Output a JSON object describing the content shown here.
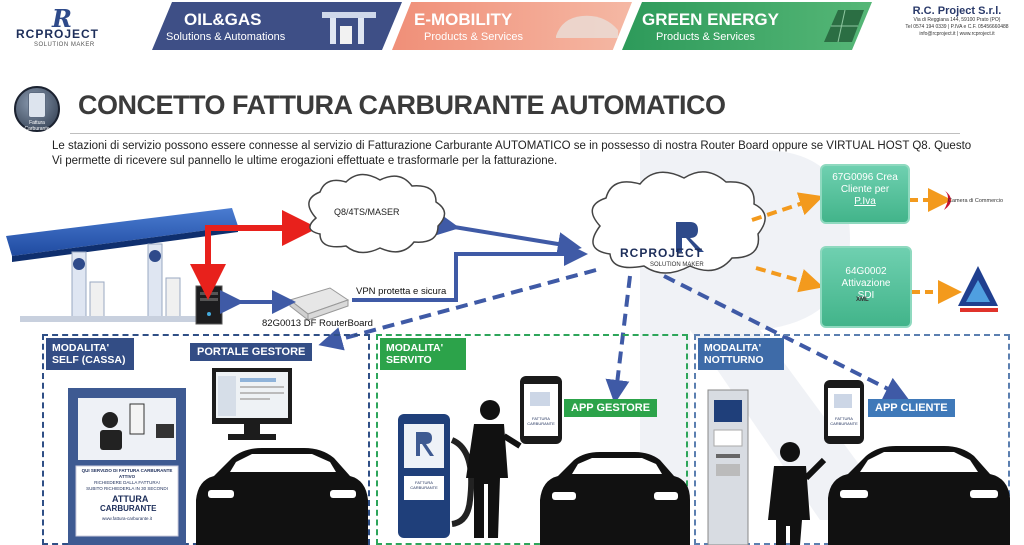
{
  "header": {
    "logo": {
      "mark": "R",
      "wordmark": "RCPROJECT",
      "tagline": "SOLUTION MAKER"
    },
    "bands": [
      {
        "title": "OIL&GAS",
        "subtitle": "Solutions & Automations"
      },
      {
        "title": "E-MOBILITY",
        "subtitle": "Products & Services"
      },
      {
        "title": "GREEN ENERGY",
        "subtitle": "Products & Services"
      }
    ],
    "company": {
      "name": "R.C. Project S.r.l.",
      "address": "Via di Reggiana 144, 59100 Prato (PO)",
      "contacts": "Tel 0574 194 0339 | P.IVA e C.F. 05456660488",
      "web": "info@rcproject.it | www.rcproject.it"
    }
  },
  "title": {
    "badge_label": "Fattura Carburante",
    "text": "CONCETTO FATTURA CARBURANTE AUTOMATICO",
    "intro": "Le stazioni di servizio possono essere connesse al servizio di Fatturazione Carburante AUTOMATICO se in possesso di nostra Router Board oppure se VIRTUAL HOST Q8. Questo Vi permette di ricevere sul pannello le ultime erogazioni effettuate e trasformarle per la fatturazione."
  },
  "diagram": {
    "cloud_left": "Q8/4TS/MASER",
    "cloud_main": {
      "wordmark": "RCPROJECT",
      "tagline": "SOLUTION MAKER"
    },
    "vpn_label": "VPN protetta e sicura",
    "router_label": "82G0013 DF RouterBoard",
    "box_top": {
      "line1": "67G0096 Crea",
      "line2": "Cliente per",
      "line3": "P.Iva"
    },
    "box_bottom": {
      "line1": "64G0002",
      "line2": "Attivazione",
      "line3": "SDI",
      "file_tag": "XML"
    },
    "camera_label": "Camera di Commercio"
  },
  "modes": {
    "self": {
      "label_line1": "MODALITA'",
      "label_line2": "SELF (CASSA)",
      "pill": "PORTALE GESTORE"
    },
    "servito": {
      "label_line1": "MODALITA'",
      "label_line2": "SERVITO",
      "pill": "APP GESTORE"
    },
    "notturno": {
      "label_line1": "MODALITA'",
      "label_line2": "NOTTURNO",
      "pill": "APP CLIENTE"
    }
  },
  "kiosk": {
    "headline": "QUI SERVIZIO DI FATTURA CARBURANTE ATTIVO",
    "line2": "RICHIEDERE DALLA FATTURA!",
    "line3": "SUBITO RICHIEDERLA IN 30 SECONDI",
    "brand_top": "ATTURA",
    "brand_bottom": "CARBURANTE",
    "site": "www.fattura-carburante.it",
    "phone_label": "FATTURA CARBURANTE",
    "totem_label": "FATTURA CARBURANTE"
  },
  "colors": {
    "navy": "#334d85",
    "green": "#2ca34a",
    "blue": "#3f79b9",
    "teal": "#42b48a",
    "red": "#e8211c",
    "orange": "#f39a1d",
    "arrow_blue": "#3f5aa6"
  }
}
